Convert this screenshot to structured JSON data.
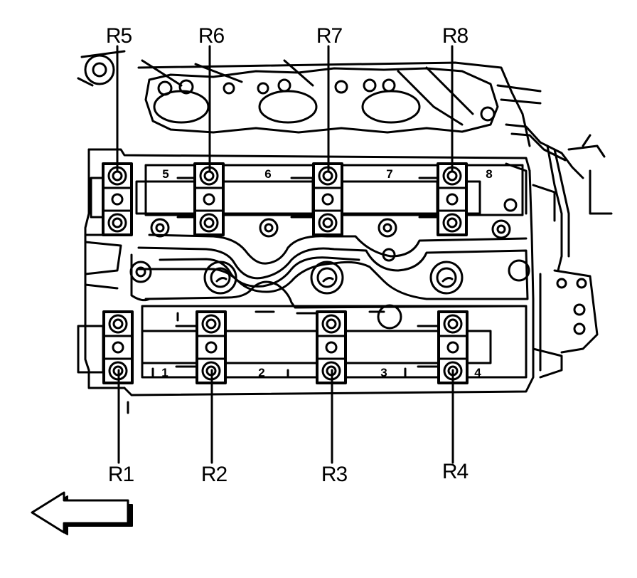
{
  "upper_labels": [
    "R5",
    "R6",
    "R7",
    "R8"
  ],
  "lower_labels": [
    "R1",
    "R2",
    "R3",
    "R4"
  ],
  "upper_numbers": [
    "5",
    "6",
    "7",
    "8"
  ],
  "lower_numbers": [
    "1",
    "2",
    "3",
    "4"
  ],
  "colors": {
    "line": "#000000",
    "background": "#ffffff"
  },
  "icons": [
    "direction-arrow-left-icon"
  ]
}
